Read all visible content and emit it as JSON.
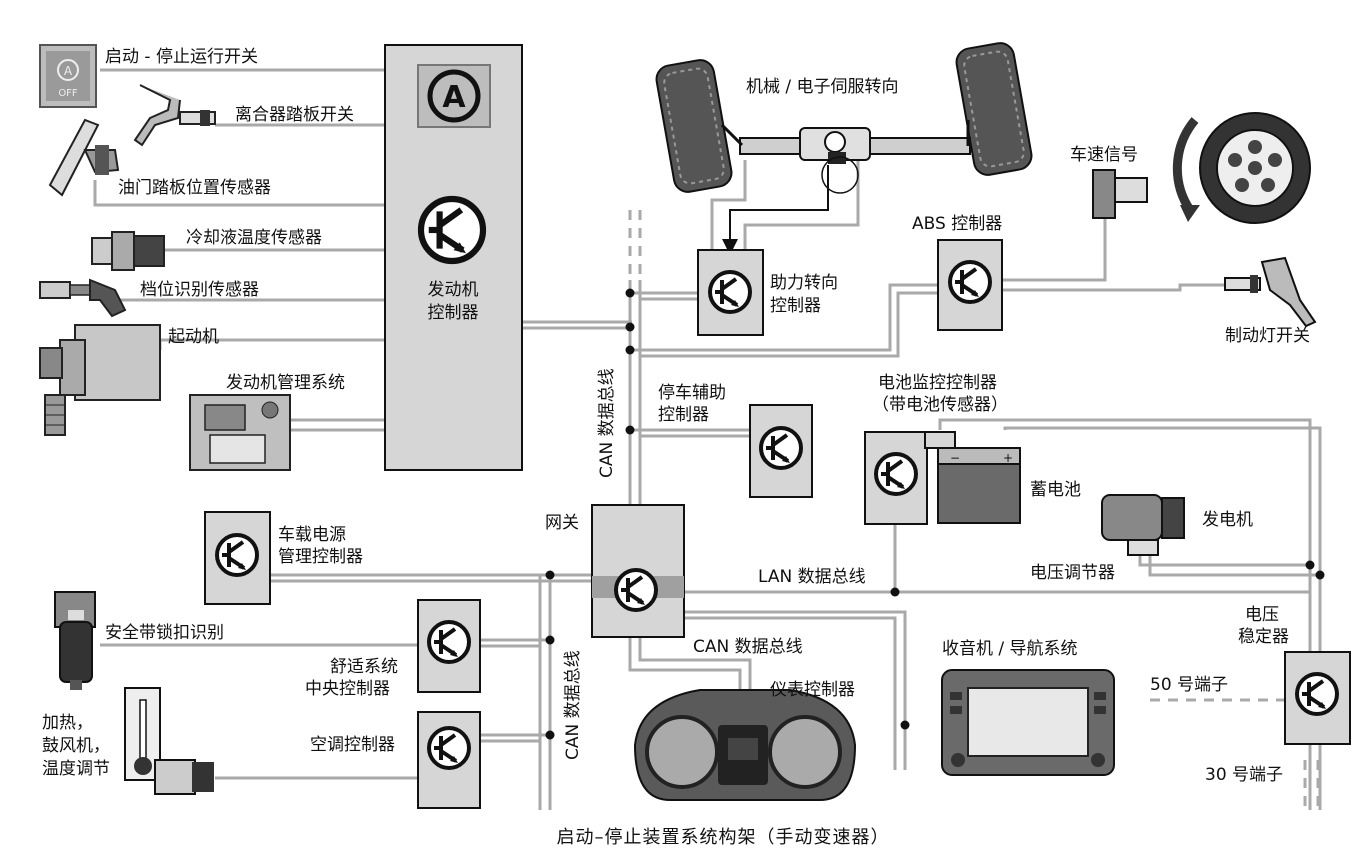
{
  "caption": "启动–停止装置系统构架（手动变速器）",
  "left_inputs": {
    "start_stop_switch": "启动 - 停止运行开关",
    "switch_icon_text": "OFF",
    "clutch_pedal_switch": "离合器踏板开关",
    "accelerator_pedal_sensor": "油门踏板位置传感器",
    "coolant_temp_sensor": "冷却液温度传感器",
    "gear_recognition_sensor": "档位识别传感器",
    "starter": "起动机",
    "engine_management": "发动机管理系统"
  },
  "engine_controller": {
    "line1": "发动机",
    "line2": "控制器",
    "icon_letter": "A"
  },
  "steering": {
    "label": "机械 / 电子伺服转向"
  },
  "power_steering_controller": {
    "line1": "助力转向",
    "line2": "控制器"
  },
  "abs_controller": "ABS 控制器",
  "speed_signal": "车速信号",
  "brake_light_switch": "制动灯开关",
  "can_bus_top": "CAN 数据总线",
  "parking_assist": {
    "line1": "停车辅助",
    "line2": "控制器"
  },
  "battery_monitor": {
    "line1": "电池监控控制器",
    "line2": "（带电池传感器）"
  },
  "battery": "蓄电池",
  "generator": "发电机",
  "voltage_regulator": "电压调节器",
  "gateway": "网关",
  "lan_bus": "LAN 数据总线",
  "can_bus_bottom": "CAN 数据总线",
  "can_bus_left": "CAN 数据总线",
  "onboard_power": {
    "line1": "车载电源",
    "line2": "管理控制器"
  },
  "seatbelt": "安全带锁扣识别",
  "comfort_system": {
    "line1": "舒适系统",
    "line2": "中央控制器"
  },
  "ac_controller": "空调控制器",
  "heating": {
    "line1": "加热，",
    "line2": "鼓风机，",
    "line3": "温度调节"
  },
  "instrument_controller": "仪表控制器",
  "radio_nav": "收音机 / 导航系统",
  "voltage_stabilizer": {
    "line1": "电压",
    "line2": "稳定器"
  },
  "terminal_50": "50 号端子",
  "terminal_30": "30 号端子"
}
